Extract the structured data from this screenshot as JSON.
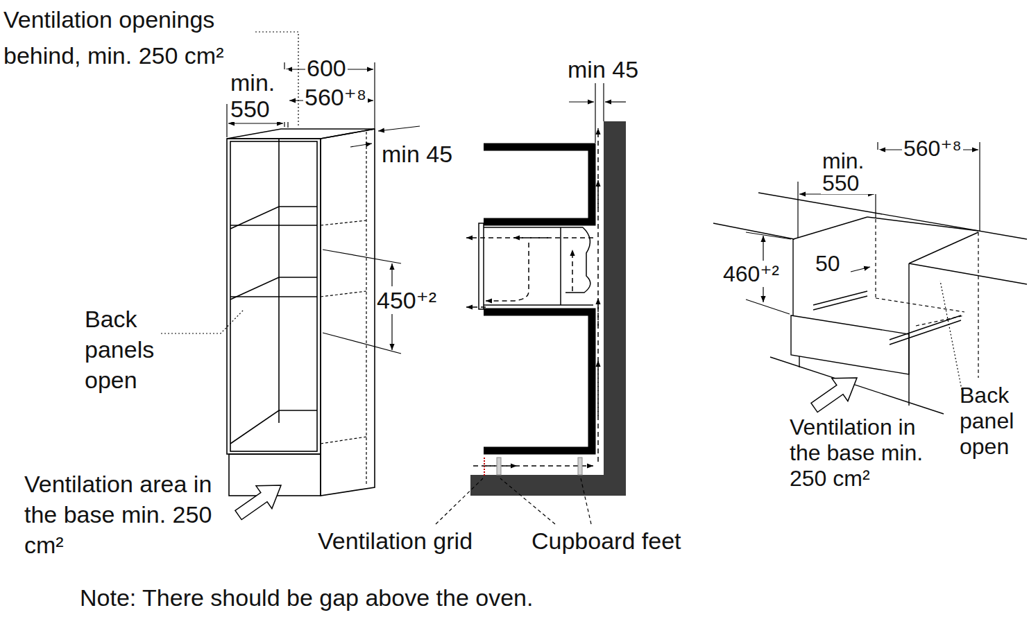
{
  "diagram": {
    "labels": [
      "Ventilation openings behind, min. 250 cm²",
      "600",
      "min. 550",
      "560⁺⁸",
      "min 45",
      "450⁺²",
      "Back panels open",
      "Ventilation area in the base min. 250 cm²",
      "min 45",
      "Ventilation grid",
      "Cupboard feet",
      "min. 550",
      "560⁺⁸",
      "460⁺²",
      "50",
      "Ventilation in the base min. 250 cm²",
      "Back panel open",
      "Note: There should be gap above the oven."
    ]
  }
}
